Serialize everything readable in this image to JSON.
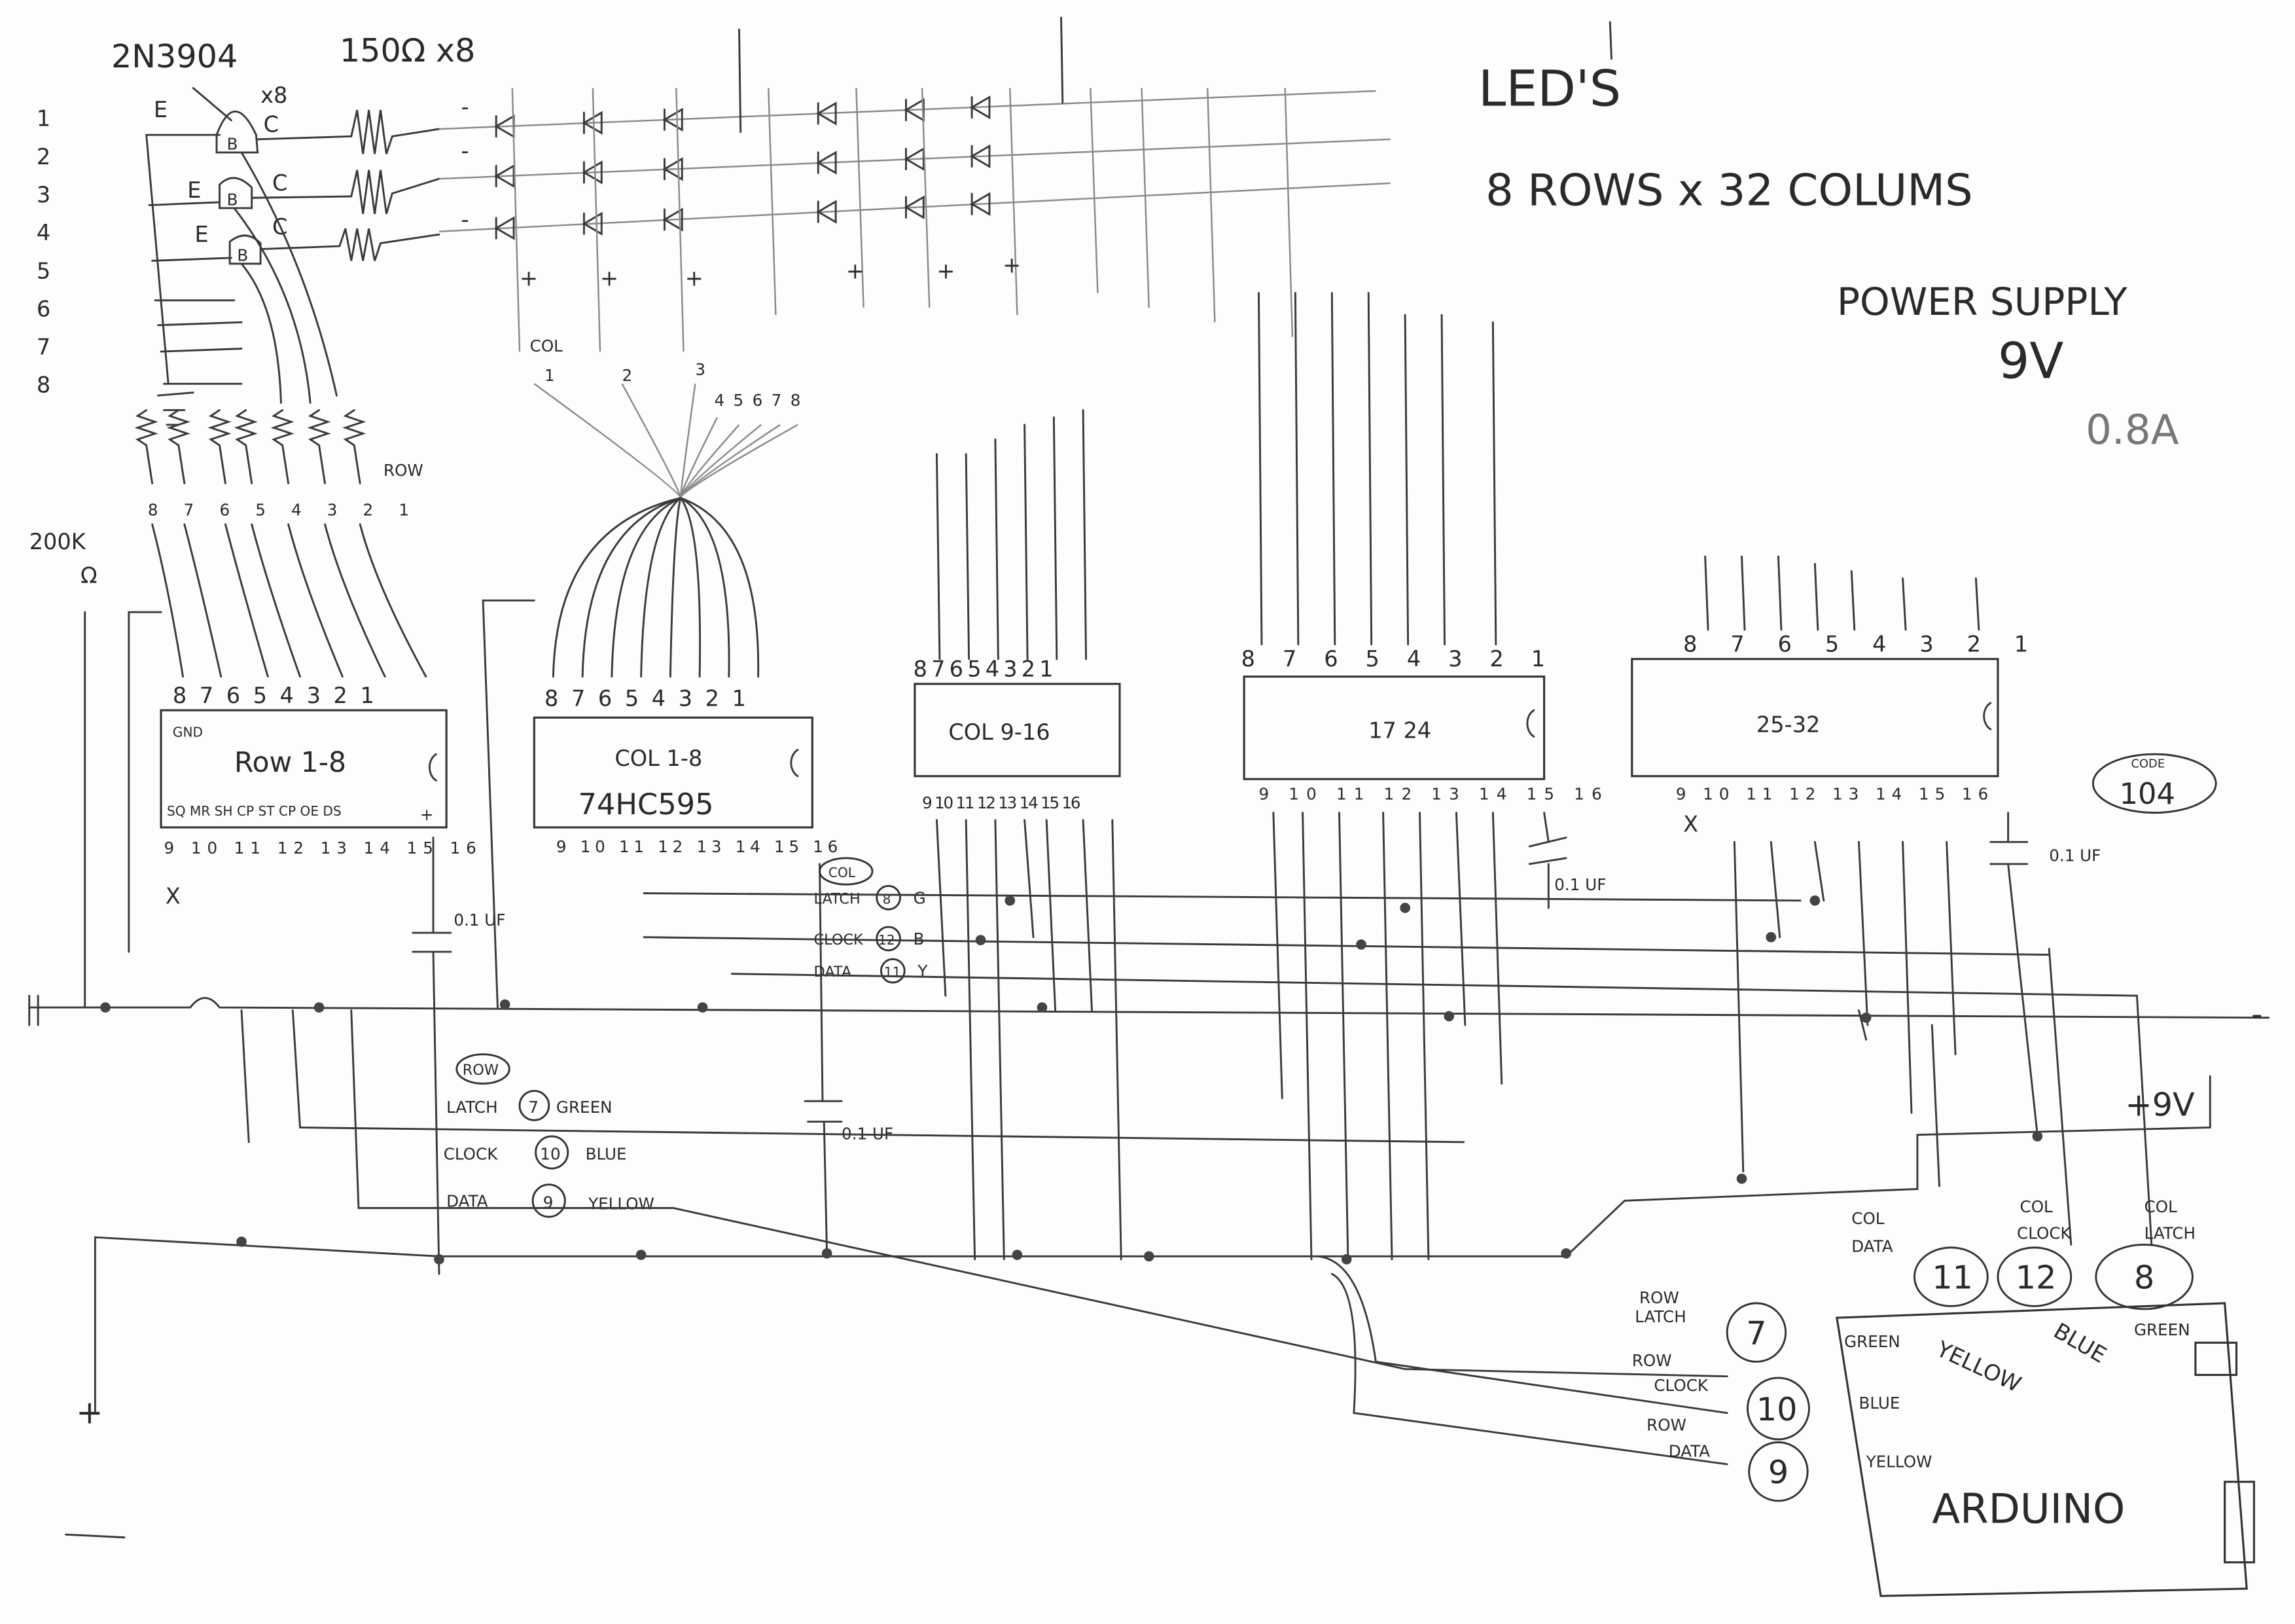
{
  "title": {
    "leds": "LED'S",
    "matrix": "8 ROWS x 32 COLUMS",
    "power_supply": "POWER SUPPLY",
    "voltage": "9V",
    "current": "0.8A"
  },
  "row_numbers": [
    "1",
    "2",
    "3",
    "4",
    "5",
    "6",
    "7",
    "8"
  ],
  "transistor": {
    "part": "2N3904",
    "qty": "x8",
    "emitter": "E",
    "base": "B",
    "collector": "C"
  },
  "resistor_row": "150Ω x8",
  "resistor_pulldown": {
    "value": "200K",
    "unit": "Ω"
  },
  "row_label": "ROW",
  "led_polarity": {
    "minus": "-",
    "plus": "+"
  },
  "columns": {
    "col_label": "COL",
    "numbers": [
      "1",
      "2",
      "3",
      "4",
      "5",
      "6",
      "7",
      "8"
    ]
  },
  "row_pin_numbers": "8 7 6 5 4 3 2 1",
  "chips": [
    {
      "name": "Row 1-8",
      "top_pins": "8 7 6 5 4 3 2 1",
      "bottom_pins": "9 10 11 12 13 14 15 16",
      "gnd": "GND",
      "pin_functions": "SQ MR SH CP ST CP OE DS",
      "vcc": "+"
    },
    {
      "name": "COL 1-8",
      "part": "74HC595",
      "top_pins": "8 7 6 5 4 3 2 1",
      "bottom_pins": "9 10 11 12 13 14 15 16"
    },
    {
      "name": "COL 9-16",
      "top_pins": "8 7 6 5 4 3 2 1",
      "bottom_pins": "9 10 11 12 13 14 15 16"
    },
    {
      "name": "17 24",
      "top_pins": "8 7 6 5 4 3 2 1",
      "bottom_pins": "9 10 11 12 13 14 15 16"
    },
    {
      "name": "25-32",
      "top_pins": "8 7 6 5 4 3 2 1",
      "bottom_pins": "9 10 11 12 13 14 15 16"
    }
  ],
  "not_connected": "X",
  "capacitors": [
    "0.1 UF",
    "0.1 UF",
    "0.1 UF",
    "0.1 UF"
  ],
  "cap_code": {
    "label": "CODE",
    "value": "104"
  },
  "col_signals": {
    "heading": "COL",
    "rows": [
      {
        "name": "LATCH",
        "pin": "8",
        "color": "G"
      },
      {
        "name": "CLOCK",
        "pin": "12",
        "color": "B"
      },
      {
        "name": "DATA",
        "pin": "11",
        "color": "Y"
      }
    ]
  },
  "row_signals": {
    "heading": "ROW",
    "rows": [
      {
        "name": "LATCH",
        "pin": "7",
        "color": "GREEN"
      },
      {
        "name": "CLOCK",
        "pin": "10",
        "color": "BLUE"
      },
      {
        "name": "DATA",
        "pin": "9",
        "color": "YELLOW"
      }
    ]
  },
  "power": {
    "plus_9v": "+9V",
    "minus": "-",
    "plus": "+",
    "ground": "-"
  },
  "arduino": {
    "label": "ARDUINO",
    "wire_colors": [
      "GREEN",
      "YELLOW",
      "BLUE",
      "GREEN",
      "BLUE",
      "YELLOW"
    ],
    "row_pins": [
      {
        "label1": "ROW",
        "label2": "LATCH",
        "pin": "7"
      },
      {
        "label1": "ROW",
        "label2": "CLOCK",
        "pin": "10"
      },
      {
        "label1": "ROW",
        "label2": "DATA",
        "pin": "9"
      }
    ],
    "col_pins": [
      {
        "label1": "COL",
        "label2": "DATA",
        "pin": "11"
      },
      {
        "label1": "COL",
        "label2": "CLOCK",
        "pin": "12"
      },
      {
        "label1": "COL",
        "label2": "LATCH",
        "pin": "8"
      }
    ]
  }
}
